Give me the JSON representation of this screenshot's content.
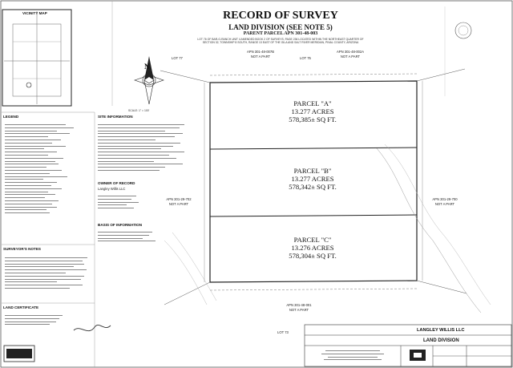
{
  "header": {
    "title": "RECORD OF SURVEY",
    "subtitle": "LAND DIVISION (SEE NOTE 5)",
    "parent_parcel": "PARENT PARCEL APN 301-48-003",
    "description_lines": [
      "LOT 76 OF BAR-G-RANCH UNIT 4 AMENDED BOOK 2 OF SURVEYS, PAGE 236 LOCATED WITHIN THE NORTHEAST QUARTER OF",
      "SECTION 32, TOWNSHIP 8 SOUTH, RANGE 13 EAST OF THE GILA AND SALT RIVER MERIDIAN, PINAL COUNTY, ARIZONA"
    ]
  },
  "vicinity_map": {
    "title": "VICINITY MAP"
  },
  "north_arrow": {
    "letter": "N",
    "scale": "SCALE: 1\" = 100'"
  },
  "lot_labels": {
    "lot_77": "LOT 77",
    "lot_75": "LOT 75",
    "lot_73": "LOT 73",
    "apn_top_left": [
      "APN 301-48-007B",
      "NOT A PART"
    ],
    "apn_top_right": [
      "APN 301-48-002A",
      "NOT A PART"
    ],
    "apn_left": [
      "APN 301-29-702",
      "NOT A PART"
    ],
    "apn_right": [
      "APN 301-29-700",
      "NOT A PART"
    ],
    "apn_bottom": [
      "APN 301-48-001",
      "NOT A PART"
    ]
  },
  "parcels": [
    {
      "name": "PARCEL \"A\"",
      "acres": "13.277 ACRES",
      "sqft": "578,385± SQ FT."
    },
    {
      "name": "PARCEL \"B\"",
      "acres": "13.277 ACRES",
      "sqft": "578,342± SQ FT."
    },
    {
      "name": "PARCEL \"C\"",
      "acres": "13.276 ACRES",
      "sqft": "578,304± SQ FT."
    }
  ],
  "legend": {
    "title": "LEGEND"
  },
  "site_information": {
    "title": "SITE INFORMATION"
  },
  "owner_of_record": {
    "title": "OWNER OF RECORD",
    "name": "Langley Willis LLC"
  },
  "basis_of_information": {
    "title": "BASIS OF INFORMATION"
  },
  "surveyors_notes": {
    "title": "SURVEYOR'S NOTES"
  },
  "certificate": {
    "title": "LAND CERTIFICATE"
  },
  "title_block": {
    "client": "LANGLEY WILLIS LLC",
    "project": "LAND DIVISION"
  },
  "colors": {
    "ink": "#111111",
    "line": "#333333",
    "paper": "#ffffff",
    "faint": "#888888"
  }
}
